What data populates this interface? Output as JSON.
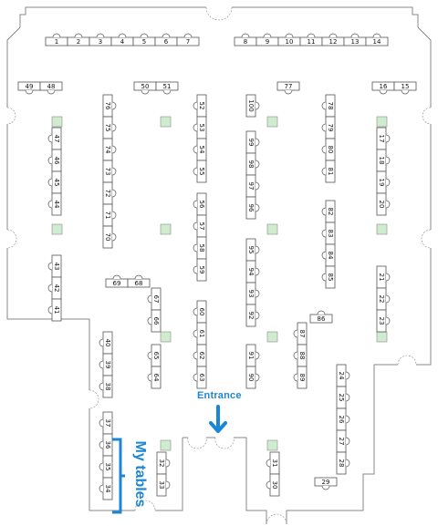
{
  "map": {
    "entrance_label": "Entrance",
    "my_tables_label": "My tables",
    "accent_color": "#1b86d6",
    "pillar_color": "#cfeccf"
  },
  "tables": {
    "top_row_left": [
      "1",
      "2",
      "3",
      "4",
      "5",
      "6",
      "7"
    ],
    "top_row_right": [
      "8",
      "9",
      "10",
      "11",
      "12",
      "13",
      "14"
    ],
    "row_15_16": [
      "16",
      "15"
    ],
    "row_48_49": [
      "49",
      "48"
    ],
    "row_50_51": [
      "50",
      "51"
    ],
    "t77": "77",
    "col_17_20": [
      "17",
      "18",
      "19",
      "20"
    ],
    "col_21_23": [
      "21",
      "22",
      "23"
    ],
    "col_24_28": [
      "24",
      "25",
      "26",
      "27",
      "28"
    ],
    "t29": "29",
    "col_30_31": [
      "31",
      "30"
    ],
    "col_32_33": [
      "32",
      "33"
    ],
    "col_34_37": [
      "37",
      "36",
      "35",
      "34"
    ],
    "col_38_40": [
      "40",
      "39",
      "38"
    ],
    "col_41_43": [
      "43",
      "42",
      "41"
    ],
    "col_44_47": [
      "47",
      "46",
      "45",
      "44"
    ],
    "col_52_55": [
      "52",
      "53",
      "54",
      "55"
    ],
    "col_56_59": [
      "56",
      "57",
      "58",
      "59"
    ],
    "col_60_63": [
      "60",
      "61",
      "62",
      "63"
    ],
    "col_64_65": [
      "65",
      "64"
    ],
    "col_66_67": [
      "67",
      "66"
    ],
    "row_68_69": [
      "69",
      "68"
    ],
    "col_70_76": [
      "76",
      "75",
      "74",
      "73",
      "72",
      "71",
      "70"
    ],
    "col_78_81": [
      "78",
      "79",
      "80",
      "81"
    ],
    "col_82_85": [
      "82",
      "83",
      "84",
      "85"
    ],
    "t86": "86",
    "col_87_89": [
      "87",
      "88",
      "89"
    ],
    "col_90_91": [
      "91",
      "90"
    ],
    "col_92_95": [
      "95",
      "94",
      "93",
      "92"
    ],
    "col_96_99": [
      "99",
      "98",
      "97",
      "96"
    ],
    "t100": "100"
  }
}
